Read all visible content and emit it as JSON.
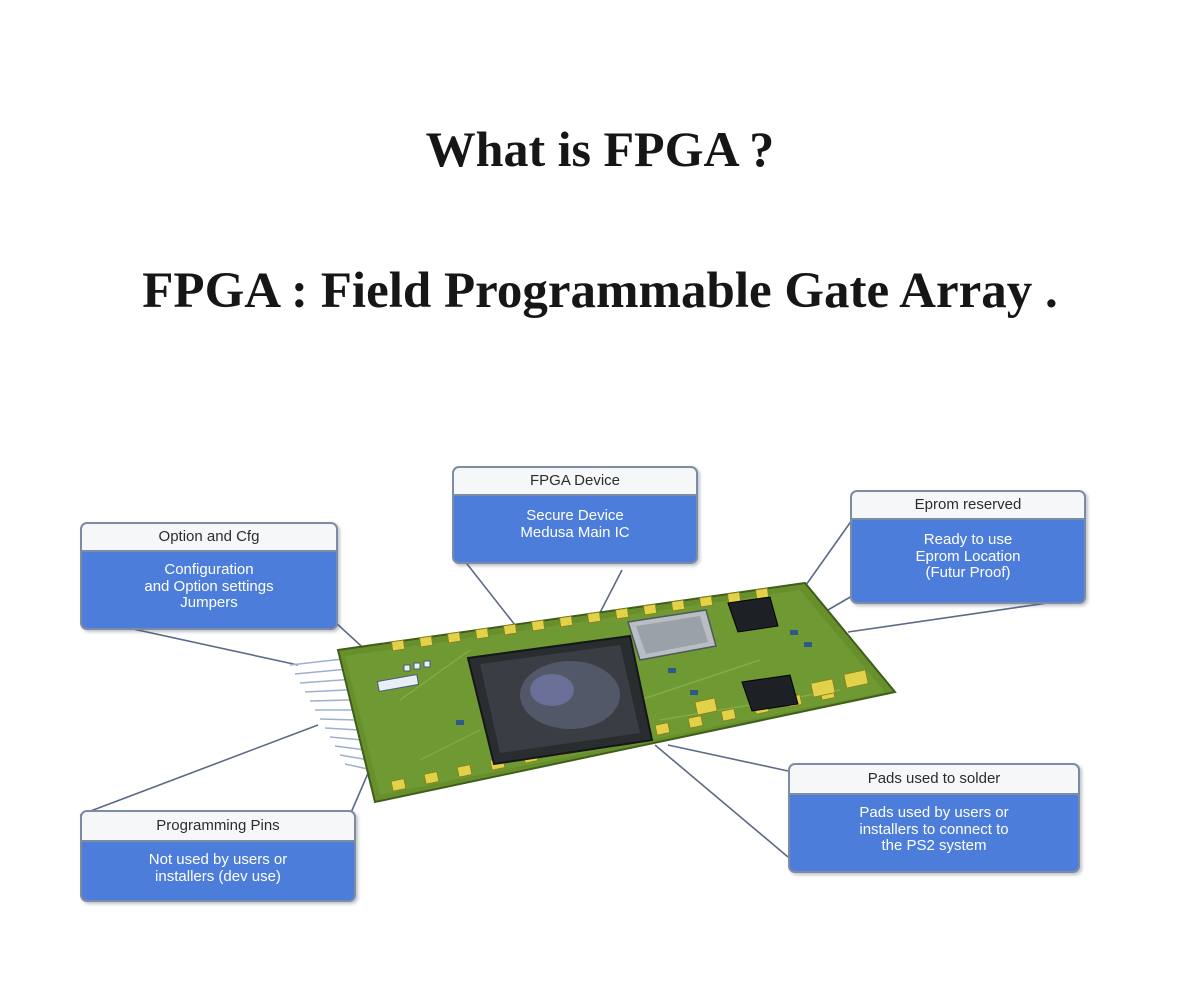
{
  "heading": "What is FPGA ?",
  "subheading": "FPGA : Field Programmable Gate Array .",
  "callouts": [
    {
      "title": "Option and Cfg",
      "text": "Configuration\nand Option settings\nJumpers"
    },
    {
      "title": "FPGA Device",
      "text": "Secure Device\nMedusa Main IC"
    },
    {
      "title": "Eprom reserved",
      "text": "Ready to use\nEprom Location\n(Futur Proof)"
    },
    {
      "title": "Pads used to solder",
      "text": "Pads used by users or\ninstallers to connect to\nthe PS2 system"
    },
    {
      "title": "Programming Pins",
      "text": "Not used by users or\ninstallers (dev use)"
    }
  ],
  "colors": {
    "callout_fill": "#4d7ddb",
    "callout_header": "#f6f7f8",
    "pcb_green": "#67902d",
    "pad_yellow": "#e2d24a"
  }
}
